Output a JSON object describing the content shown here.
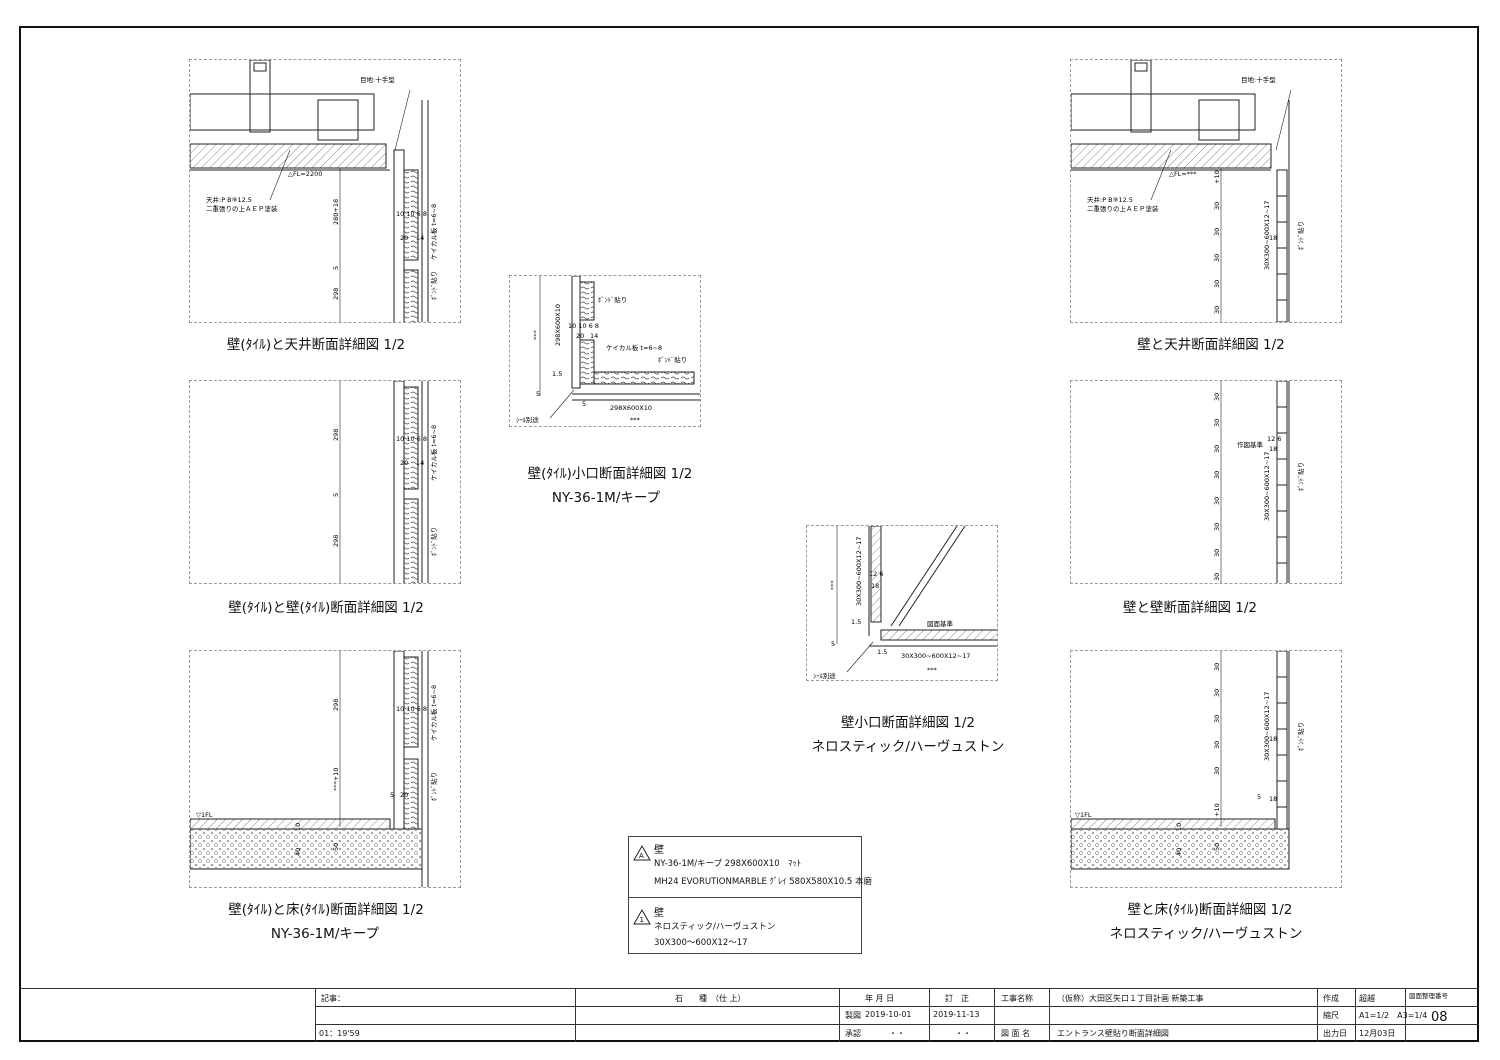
{
  "views": [
    {
      "id": "tile-ceiling",
      "caption": "壁(ﾀｲﾙ)と天井断面詳細図 1/2",
      "labels": {
        "joint": "目地:十手型",
        "fl": "△FL=2200",
        "ceil1": "天井:P B⑨12.5",
        "ceil2": "二重張りの上ＡＥＰ塗装",
        "board": "ケイカル板 t=6~8",
        "bond": "ﾎﾞﾝﾄﾞ貼り",
        "d1": "10 10 6 8",
        "d2": "20",
        "d3": "14",
        "v1": "280+18",
        "v2": "5",
        "v3": "298"
      }
    },
    {
      "id": "tile-tile",
      "caption": "壁(ﾀｲﾙ)と壁(ﾀｲﾙ)断面詳細図 1/2",
      "labels": {
        "board": "ケイカル板 t=6~8",
        "bond": "ﾎﾞﾝﾄﾞ貼り",
        "d1": "10 10 6 8",
        "d2": "20",
        "d3": "14",
        "v1": "298",
        "v2": "5",
        "v3": "298"
      }
    },
    {
      "id": "tile-floor",
      "caption": "壁(ﾀｲﾙ)と床(ﾀｲﾙ)断面詳細図 1/2",
      "caption2": "NY-36-1M/キープ",
      "labels": {
        "board": "ケイカル板 t=6~8",
        "bond": "ﾎﾞﾝﾄﾞ貼り",
        "d1": "10 10 6 8",
        "d2": "20",
        "fl": "▽1FL",
        "v1": "298",
        "v2": "***+10",
        "v3": "5",
        "v4": "10",
        "v5": "40",
        "v6": "50"
      }
    },
    {
      "id": "tile-edge",
      "caption": "壁(ﾀｲﾙ)小口断面詳細図 1/2",
      "caption2": "NY-36-1M/キープ",
      "labels": {
        "bond": "ﾎﾞﾝﾄﾞ貼り",
        "board": "ケイカル板 t=6~8",
        "bond2": "ﾎﾞﾝﾄﾞ貼り",
        "d1": "10 10 6 8",
        "d2": "20",
        "d3": "14",
        "v1": "***",
        "v2": "298X600X10",
        "h1": "298X600X10",
        "h2": "***",
        "seal": "ｼｰﾙ別途",
        "s1": "1.5",
        "s2": "5",
        "s3": "5"
      }
    },
    {
      "id": "stone-edge",
      "caption": "壁小口断面詳細図 1/2",
      "caption2": "ネロスティック/ハーヴュストン",
      "labels": {
        "v1": "***",
        "v2": "30X300~600X12~17",
        "d1": "12 6",
        "d2": "18",
        "ref": "図面基準",
        "h1": "30X300~600X12~17",
        "h2": "***",
        "seal": "ｼｰﾙ別途",
        "s1": "1.5",
        "s2": "5",
        "s3": "1.5"
      }
    },
    {
      "id": "stone-ceiling",
      "caption": "壁と天井断面詳細図 1/2",
      "labels": {
        "joint": "目地:十手型",
        "fl": "△FL=***",
        "ceil1": "天井:P B⑨12.5",
        "ceil2": "二重張りの上ＡＥＰ塗装",
        "v0": "+10",
        "n": "30",
        "size": "30X300~600X12~17",
        "d": "18",
        "bond": "ﾎﾞﾝﾄﾞ貼り"
      }
    },
    {
      "id": "stone-stone",
      "caption": "壁と壁断面詳細図 1/2",
      "labels": {
        "n": "30",
        "size": "30X300~600X12~17",
        "d1": "12 6",
        "d2": "18",
        "ref": "作図基準",
        "bond": "ﾎﾞﾝﾄﾞ貼り"
      }
    },
    {
      "id": "stone-floor",
      "caption": "壁と床(ﾀｲﾙ)断面詳細図 1/2",
      "caption2": "ネロスティック/ハーヴュストン",
      "labels": {
        "n": "30",
        "size": "30X300~600X12~17",
        "d": "18",
        "bond": "ﾎﾞﾝﾄﾞ貼り",
        "fl": "▽1FL",
        "v0": "+10",
        "v1": "5",
        "v2": "10",
        "v3": "40",
        "v4": "50"
      }
    }
  ],
  "legend": {
    "a_symbol": "A",
    "a_title": "壁",
    "a_line1": "NY-36-1M/キープ 298X600X10　ﾏｯﾄ",
    "a_line2": "MH24 EVORUTIONMARBLE ｸﾞﾚｲ 580X580X10.5 本磨",
    "b_symbol": "1",
    "b_title": "壁",
    "b_line1": "ネロスティック/ハーヴュストン",
    "b_line2": "30X300～600X12～17"
  },
  "titleblock": {
    "notes_label": "記事：",
    "time": "01：19'59",
    "stone_label": "石　　種　（仕 上）",
    "date_label": "年 月 日",
    "rev_label": "訂　正",
    "made_label": "製図",
    "made_date": "2019-10-01",
    "rev_date": "2019-11-13",
    "approve_label": "承認",
    "approve_dots": "・・",
    "rev_dots": "・・",
    "project_label": "工事名称",
    "project": "（仮称）大田区矢口１丁目計画 新築工事",
    "drawing_label": "図 面 名",
    "drawing": "エントランス壁貼り断面詳細図",
    "author_label": "作成",
    "author": "超越",
    "scale_label": "縮尺",
    "scale": "A1=1/2　A3=1/4",
    "output_label": "出力日",
    "output_date": "12月03日",
    "sheet_label": "図面整理番号",
    "sheet_no": "08"
  }
}
